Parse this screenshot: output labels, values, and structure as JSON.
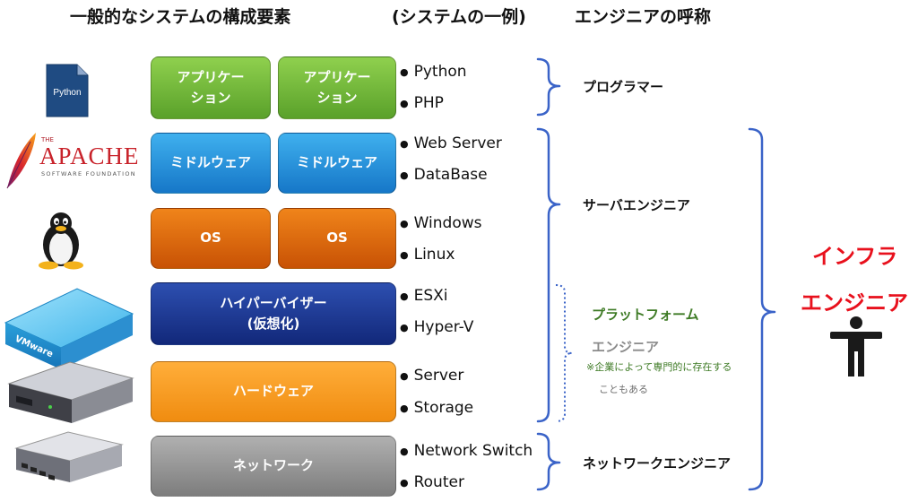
{
  "headers": {
    "components": "一般的なシステムの構成要素",
    "example": "(システムの一例)",
    "engineer_names": "エンジニアの呼称"
  },
  "logos": {
    "python": "Python",
    "apache_the": "THE",
    "apache_name": "APACHE",
    "apache_sub": "SOFTWARE FOUNDATION",
    "vmware": "VMware"
  },
  "layers": {
    "application": "アプリケー\nション",
    "middleware": "ミドルウェア",
    "os": "OS",
    "hypervisor": "ハイパーバイザー\n(仮想化)",
    "hardware": "ハードウェア",
    "network": "ネットワーク"
  },
  "examples": {
    "app": [
      "Python",
      "PHP"
    ],
    "middleware": [
      "Web Server",
      "DataBase"
    ],
    "os": [
      "Windows",
      "Linux"
    ],
    "hypervisor": [
      "ESXi",
      "Hyper-V"
    ],
    "hardware": [
      "Server",
      "Storage"
    ],
    "network": [
      "Network Switch",
      "Router"
    ]
  },
  "roles": {
    "programmer": "プログラマー",
    "server_engineer": "サーバエンジニア",
    "platform_1": "プラットフォーム",
    "platform_2": "エンジニア",
    "platform_note_1": "※企業によって専門的に存在する",
    "platform_note_2": "こともある",
    "network_engineer": "ネットワークエンジニア",
    "infra_1": "インフラ",
    "infra_2": "エンジニア"
  },
  "colors": {
    "bracket": "#3a63c8",
    "infra_text": "#e8101c",
    "platform_green": "#3d7a24"
  }
}
